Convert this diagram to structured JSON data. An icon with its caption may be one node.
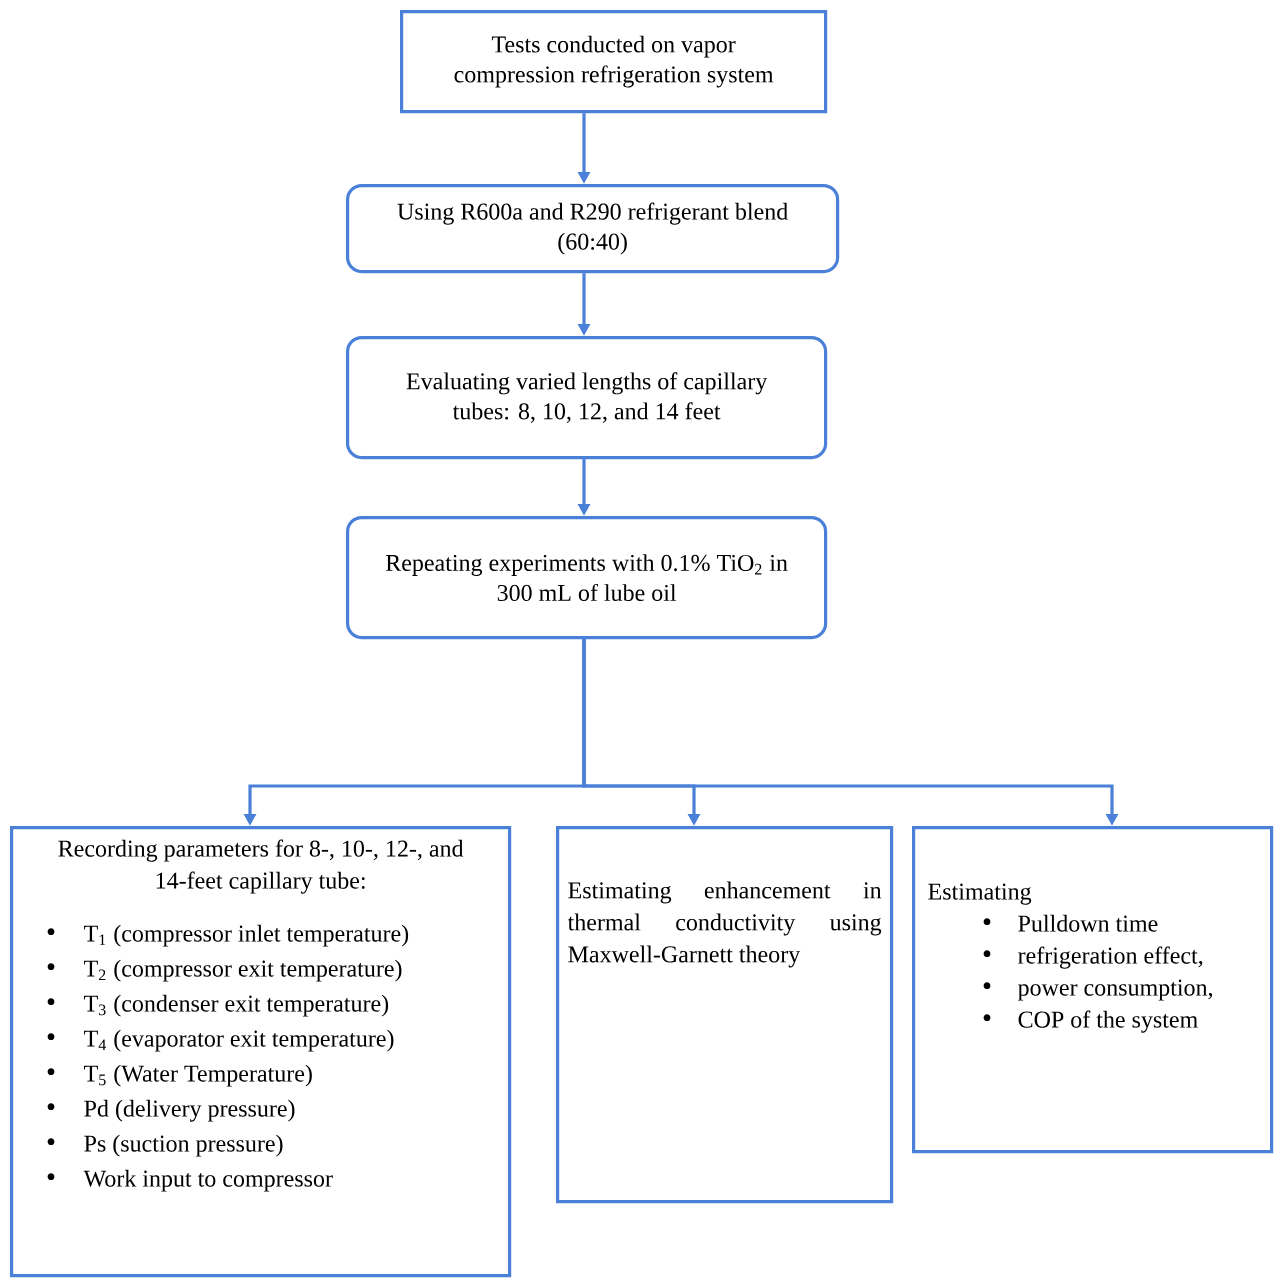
{
  "diagram": {
    "nodes": [
      {
        "text": [
          "Tests conducted on vapor compression refrigeration system"
        ]
      },
      {
        "text": [
          "Using R600a and R290 refrigerant blend (60:40)"
        ]
      },
      {
        "text": [
          "Evaluating varied lengths of capillary tubes: 8, 10, 12, and 14 feet"
        ]
      },
      {
        "text": [
          "Repeating experiments with 0.1% TiO$_{2}$ in 300 mL of lube oil"
        ]
      },
      {
        "text": [
          "Recording parameters for 8-, 10-, 12-, and 14-feet capillary tube:",
          "T$_{1}$ (compressor inlet temperature)",
          "T$_{2}$ (compressor exit temperature)",
          "T$_{3}$ (condenser exit temperature)",
          "T$_{4}$ (evaporator exit temperature)",
          "T$_{5}$ (Water Temperature)",
          "Pd (delivery pressure)",
          "Ps (suction pressure)",
          "Work input to compressor"
        ]
      },
      {
        "text": [
          "Estimating enhancement in thermal conductivity using Maxwell-Garnett theory"
        ]
      },
      {
        "text": [
          "Estimating",
          "Pulldown time",
          "refrigeration effect,",
          "power consumption,",
          "COP of the system"
        ]
      }
    ],
    "edges": [
      {
        "from": 0,
        "to": 1,
        "arrow": "to"
      },
      {
        "from": 1,
        "to": 2,
        "arrow": "to"
      },
      {
        "from": 2,
        "to": 3,
        "arrow": "to"
      },
      {
        "from": 3,
        "to": 4,
        "arrow": "to"
      },
      {
        "from": 3,
        "to": 5,
        "arrow": "to"
      },
      {
        "from": 3,
        "to": 6,
        "arrow": "to"
      }
    ]
  }
}
